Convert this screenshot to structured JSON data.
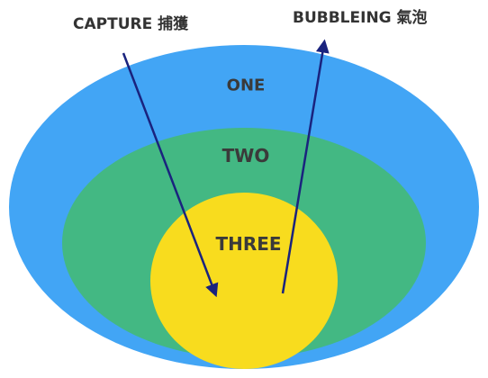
{
  "colors": {
    "outer": "#42a5f5",
    "middle": "#43b883",
    "inner": "#f8dc1e",
    "arrow": "#1a237e",
    "text": "#3a3a3a"
  },
  "layers": [
    {
      "label": "ONE"
    },
    {
      "label": "TWO"
    },
    {
      "label": "THREE"
    }
  ],
  "arrows": {
    "capture": {
      "label": "CAPTURE 捕獲"
    },
    "bubbling": {
      "label": "BUBBLEING 氣泡"
    }
  }
}
